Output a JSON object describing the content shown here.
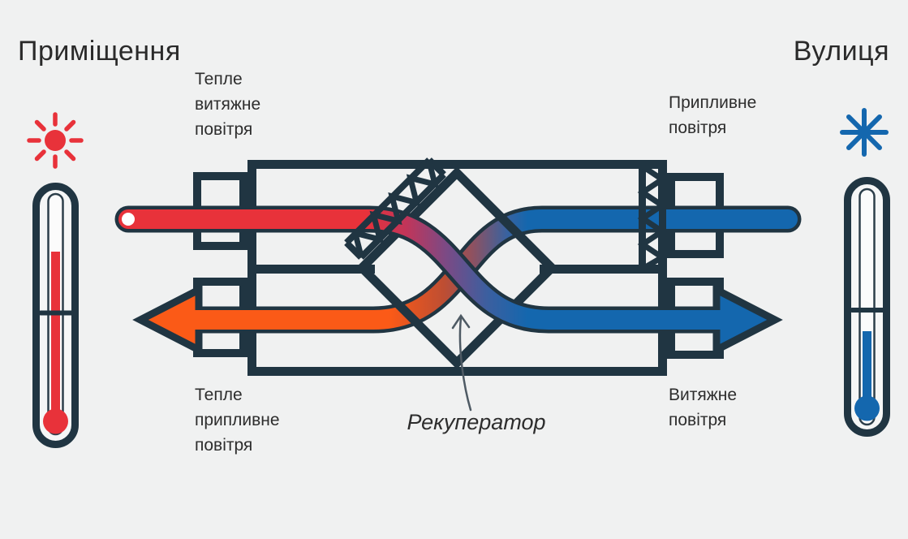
{
  "scene": {
    "left_zone_title": "Приміщення",
    "right_zone_title": "Вулиця",
    "labels": {
      "warm_exhaust": "Тепле\nвитяжне\nповітря",
      "supply": "Припливне\nповітря",
      "warm_supply": "Тепле\nприпливне\nповітря",
      "exhaust": "Витяжне\nповітря",
      "recuperator": "Рекуператор"
    },
    "icons": {
      "sun": "sun-icon",
      "snowflake": "snowflake-icon",
      "thermometer_warm": "thermometer-warm-icon",
      "thermometer_cold": "thermometer-cold-icon"
    },
    "colors": {
      "background": "#f0f1f1",
      "outline": "#203542",
      "warm": "#e8323a",
      "warm_supply": "#fb5a17",
      "cold": "#1467ae",
      "text": "#2d2d2d"
    }
  }
}
